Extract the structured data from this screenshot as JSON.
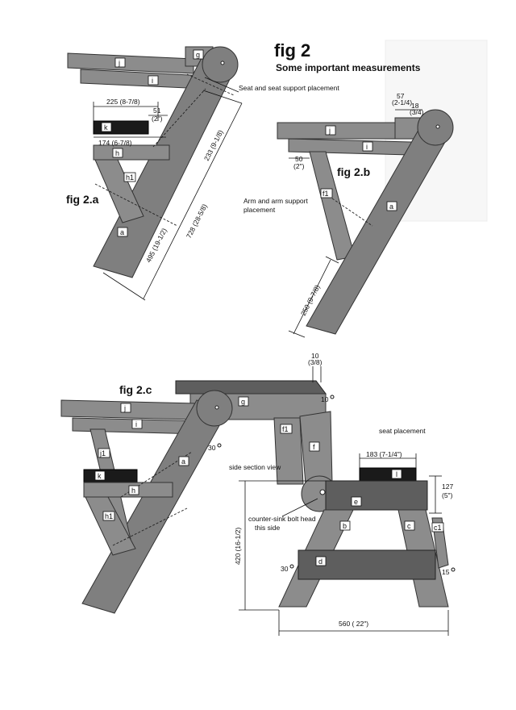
{
  "header": {
    "title": "fig 2",
    "subtitle": "Some important measurements"
  },
  "fig_a": {
    "label": "fig 2.a",
    "note": "Seat and seat support placement",
    "dims": {
      "d225": "225 (8-7/8)",
      "d51a": "51",
      "d51b": "(2\")",
      "d174": "174 (6-7/8)",
      "d233": "233 (9-1/8)",
      "d728": "728 (28-5/8)",
      "d495": "495 (19-1/2)"
    },
    "parts": {
      "g": "g",
      "j": "j",
      "i": "i",
      "k": "k",
      "h": "h",
      "h1": "h1",
      "a": "a"
    }
  },
  "fig_b": {
    "label": "fig 2.b",
    "note_line1": "Arm and arm support",
    "note_line2": "placement",
    "dims": {
      "d57a": "57",
      "d57b": "(2-1/4)",
      "d18a": "18",
      "d18b": "(3/4)",
      "d50a": "50",
      "d50b": "(2\")",
      "d250": "250 (9-7/8)"
    },
    "parts": {
      "j": "j",
      "i": "i",
      "f1": "f1",
      "a": "a"
    }
  },
  "fig_c": {
    "label": "fig 2.c",
    "seat_placement": "seat placement",
    "side_section": "side section view",
    "bolt_note_line1": "counter-sink bolt head",
    "bolt_note_line2": "this side",
    "angles": {
      "a10": "10",
      "a30a": "30",
      "a30b": "30",
      "a15": "15"
    },
    "dims": {
      "d10a": "10",
      "d10b": "(3/8)",
      "d183": "183 (7-1/4\")",
      "d127a": "127",
      "d127b": "(5\")",
      "d420": "420 (16-1/2)",
      "d560": "560 ( 22\")"
    },
    "parts": {
      "j": "j",
      "i": "i",
      "g": "g",
      "f1": "f1",
      "f": "f",
      "j1": "j1",
      "k": "k",
      "h": "h",
      "h1": "h1",
      "a": "a",
      "e": "e",
      "b": "b",
      "c": "c",
      "c1": "c1",
      "d": "d",
      "l": "l"
    }
  }
}
